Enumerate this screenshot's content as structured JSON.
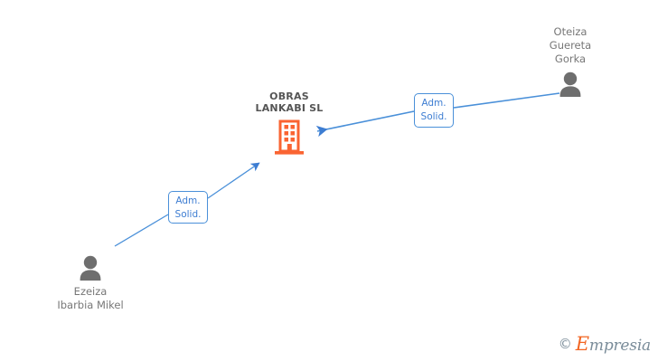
{
  "diagram": {
    "type": "corporate-relationship-graph",
    "background_color": "#ffffff",
    "company": {
      "name": "OBRAS\nLANKABI SL",
      "icon": "building-icon",
      "icon_color": "#fa6432"
    },
    "persons": [
      {
        "id": "person-top-right",
        "name": "Oteiza\nGuereta\nGorka",
        "icon": "person-icon",
        "icon_color": "#6e6e6e"
      },
      {
        "id": "person-bottom-left",
        "name": "Ezeiza\nIbarbia Mikel",
        "icon": "person-icon",
        "icon_color": "#6e6e6e"
      }
    ],
    "relationships": [
      {
        "id": "rel-top",
        "label": "Adm.\nSolid.",
        "from": "person-top-right",
        "to": "company",
        "edge_color": "#4a90d9"
      },
      {
        "id": "rel-bottom",
        "label": "Adm.\nSolid.",
        "from": "person-bottom-left",
        "to": "company",
        "edge_color": "#4a90d9"
      }
    ],
    "watermark": {
      "copyright": "©",
      "brand_initial": "E",
      "brand_rest": "mpresia",
      "accent_color": "#f26522",
      "text_color": "#7a8c99"
    }
  }
}
